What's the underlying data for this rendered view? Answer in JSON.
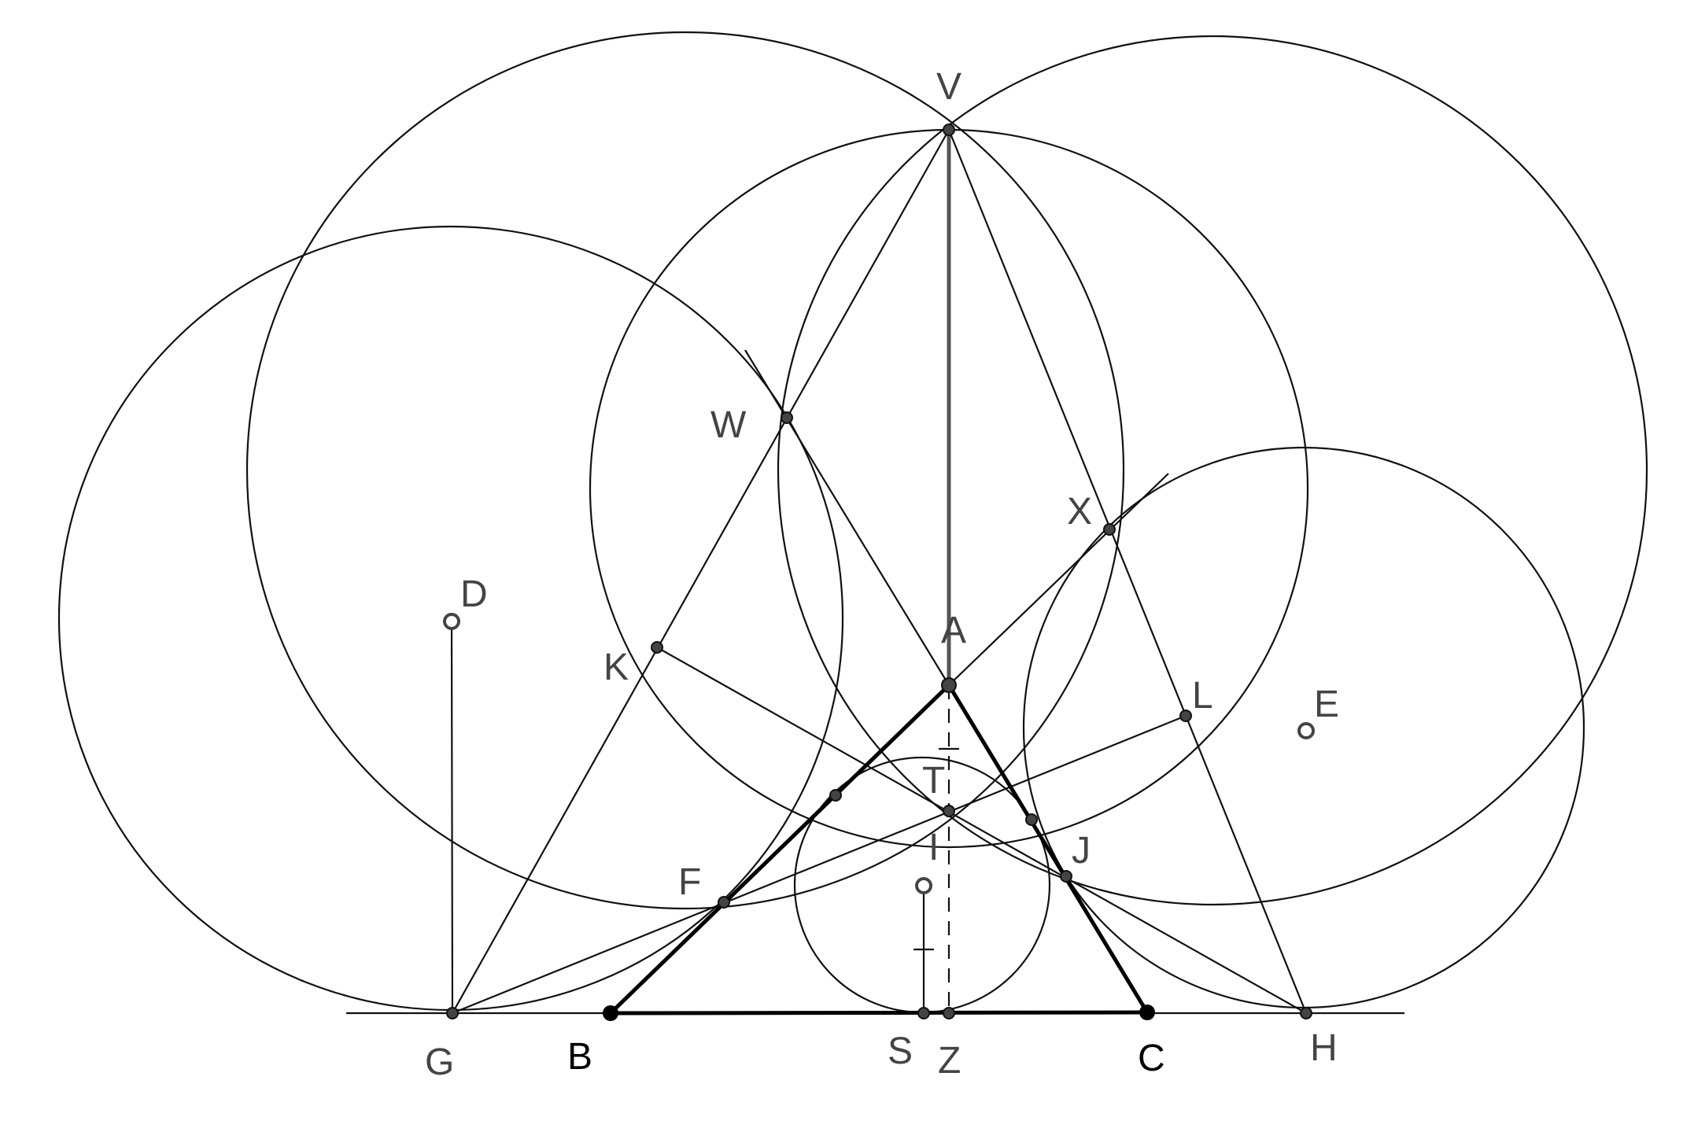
{
  "labels": {
    "V": "V",
    "W": "W",
    "X": "X",
    "D": "D",
    "K": "K",
    "A": "A",
    "L": "L",
    "E": "E",
    "T": "T",
    "I": "I",
    "J": "J",
    "F": "F",
    "G": "G",
    "B": "B",
    "S": "S",
    "Z": "Z",
    "C": "C",
    "H": "H"
  },
  "colors": {
    "stroke": "#111111",
    "point": "#444444",
    "label": "#444444",
    "emphasis": "#000000"
  }
}
